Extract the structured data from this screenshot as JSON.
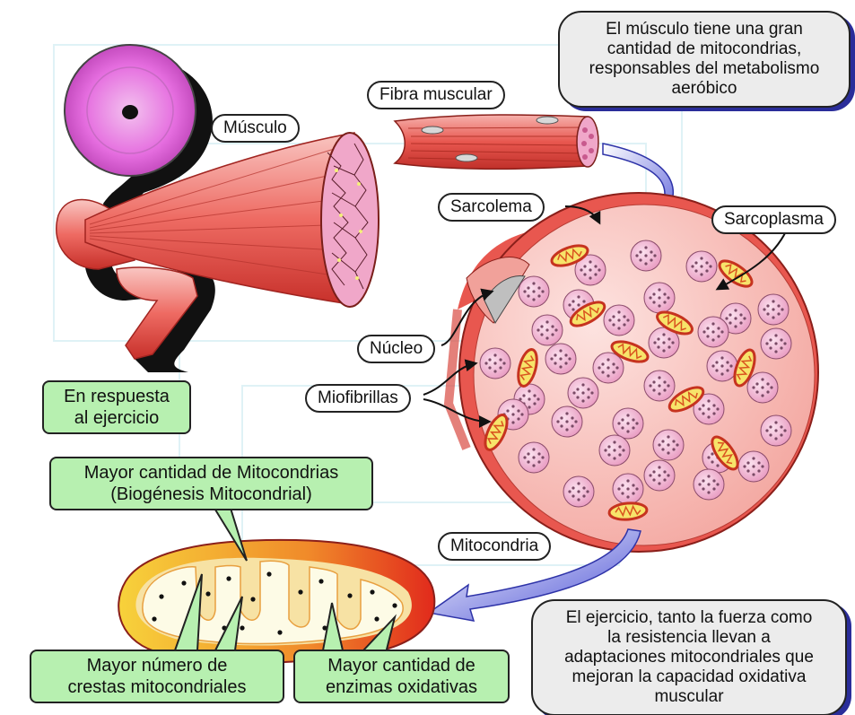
{
  "labels": {
    "fibra": "Fibra muscular",
    "musculo": "Músculo",
    "sarcolema": "Sarcolema",
    "sarcoplasma": "Sarcoplasma",
    "nucleo": "Núcleo",
    "miofibrillas": "Miofibrillas",
    "mitocondria": "Mitocondria"
  },
  "boxes": {
    "respuesta": [
      "En respuesta",
      "al ejercicio"
    ],
    "mayor_cantidad": [
      "Mayor cantidad de Mitocondrias",
      "(Biogénesis Mitocondrial)"
    ],
    "crestas": [
      "Mayor número de",
      "crestas mitocondriales"
    ],
    "enzimas": [
      "Mayor cantidad de",
      "enzimas oxidativas"
    ]
  },
  "notes": {
    "top": [
      "El músculo tiene una gran",
      "cantidad de mitocondrias,",
      "responsables del metabolismo",
      "aeróbico"
    ],
    "bottom": [
      "El ejercicio, tanto la fuerza como",
      "la resistencia llevan a",
      "adaptaciones mitocondriales que",
      "mejoran la capacidad oxidativa",
      "muscular"
    ]
  },
  "colors": {
    "muscle": "#e8574f",
    "muscle_light": "#f4b3ae",
    "skeleton": "#111111",
    "head": "#e86fe2",
    "label_box": "#b7f0b0",
    "note_box": "#ececec",
    "arrow_blue": "#5a5fd8",
    "myofibril": "#f4a0c8",
    "mitochondrion_outer": "#e6412a",
    "mitochondrion_inner": "#f7e46a"
  }
}
